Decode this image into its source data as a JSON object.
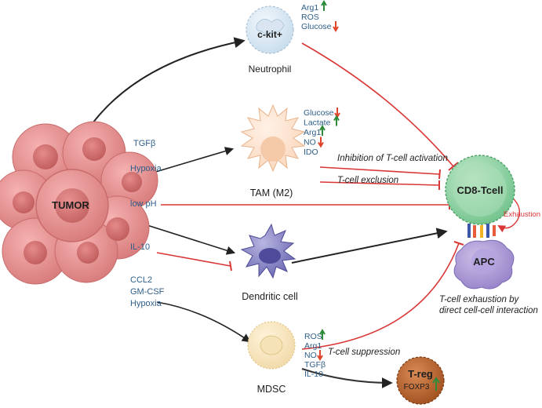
{
  "tumor": {
    "label": "TUMOR"
  },
  "signals": {
    "tgfb": "TGFβ",
    "hypoxia": "Hypoxia",
    "low_ph": "low pH",
    "il10": "IL-10",
    "ccl2": "CCL2",
    "gmcsf": "GM-CSF",
    "hypoxia2": "Hypoxia"
  },
  "neutrophil": {
    "inner_label": "c-kit+",
    "name": "Neutrophil",
    "markers": [
      {
        "text": "Arg1",
        "dir": "up"
      },
      {
        "text": "ROS",
        "dir": "none"
      },
      {
        "text": "Glucose",
        "dir": "down"
      }
    ]
  },
  "tam": {
    "name": "TAM (M2)",
    "markers": [
      {
        "text": "Glucose",
        "dir": "down"
      },
      {
        "text": "Lactate",
        "dir": "up"
      },
      {
        "text": "Arg1",
        "dir": "up"
      },
      {
        "text": "NO",
        "dir": "down"
      },
      {
        "text": "IDO",
        "dir": "none"
      }
    ]
  },
  "dendritic": {
    "name": "Dendritic cell"
  },
  "mdsc": {
    "name": "MDSC",
    "markers": [
      {
        "text": "ROS",
        "dir": "up"
      },
      {
        "text": "Arg1",
        "dir": "none"
      },
      {
        "text": "NO",
        "dir": "down"
      },
      {
        "text": "TGFβ",
        "dir": "none"
      },
      {
        "text": "IL-10",
        "dir": "none"
      }
    ]
  },
  "cd8": {
    "label": "CD8-Tcell",
    "exhaustion": "Exhaustion"
  },
  "apc": {
    "label": "APC"
  },
  "treg": {
    "label": "T-reg",
    "marker": "FOXP3"
  },
  "annotations": {
    "inhibition": "Inhibition of T-cell activation",
    "exclusion": "T-cell exclusion",
    "exhaustion_direct_1": "T-cell exhaustion by",
    "exhaustion_direct_2": "direct cell-cell interaction",
    "suppression": "T-cell suppression"
  },
  "colors": {
    "inhibit": "#d93636",
    "stimulate": "#222222",
    "text_blue": "#2e5f8a",
    "up": "#2e8b3a",
    "down": "#e0452b"
  }
}
